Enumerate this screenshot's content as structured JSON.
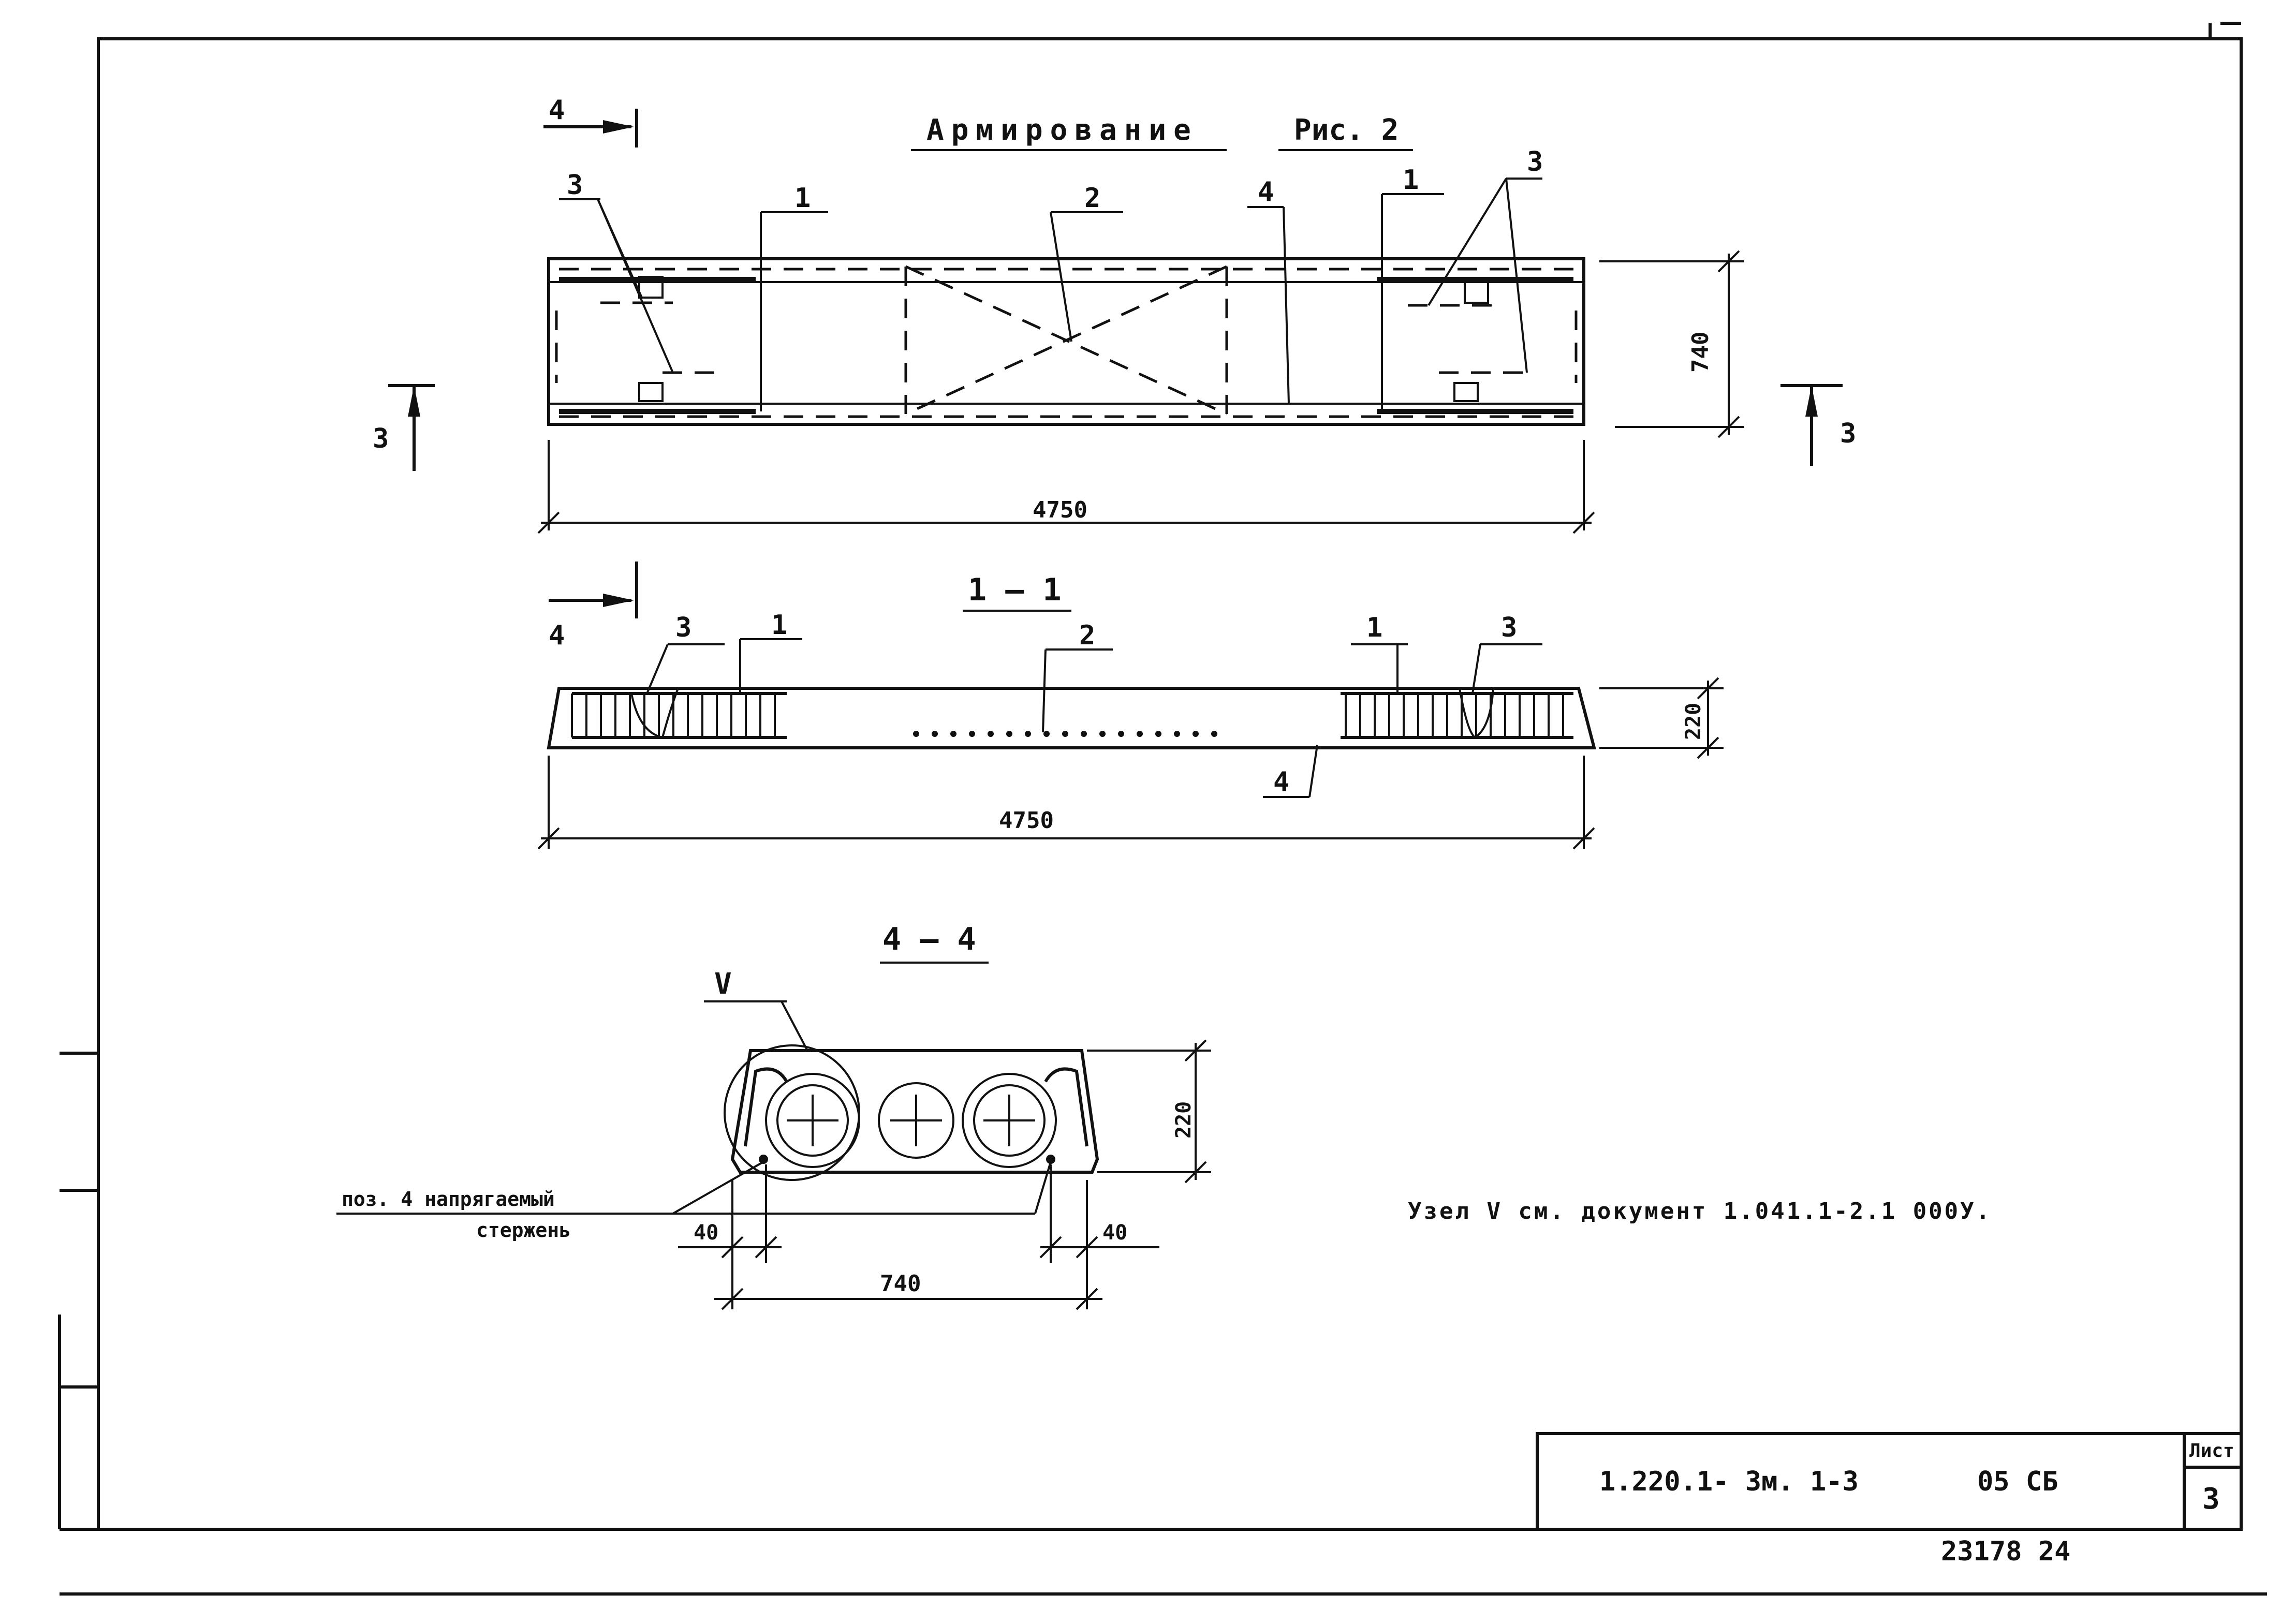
{
  "sheet": {
    "title": "Армирование",
    "figure": "Рис. 2",
    "section_1": "1 — 1",
    "section_4": "4 — 4",
    "node_label": "V",
    "node_reference": "Узел V см. документ 1.041.1-2.1 000У."
  },
  "callouts": {
    "pos1": "1",
    "pos2": "2",
    "pos3": "3",
    "pos4": "4",
    "cut3": "3",
    "cut4": "4"
  },
  "dimensions": {
    "plan_length": "4750",
    "plan_width": "740",
    "section_length": "4750",
    "section_height": "220",
    "cross_height": "220",
    "cross_width": "740",
    "edge_left": "40",
    "edge_right": "40"
  },
  "note": {
    "line1": "поз. 4   напрягаемый",
    "line2": "стержень"
  },
  "title_block": {
    "code": "1.220.1- 3м. 1-3",
    "suffix": "05 СБ",
    "sheet_label": "Лист",
    "sheet_number": "3",
    "inventory": "23178  24"
  }
}
